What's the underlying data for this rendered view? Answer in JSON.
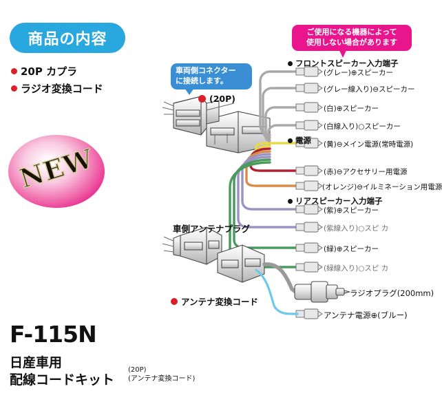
{
  "header": {
    "badge_label": "商品の内容"
  },
  "contents": {
    "items": [
      {
        "label": "20P カプラ"
      },
      {
        "label": "ラジオ変換コード"
      }
    ]
  },
  "new_badge": {
    "label": "NEW"
  },
  "callouts": {
    "vehicle_connector": "車両側コネクター\nに接続します。",
    "note": "ご使用になる機器によって\n使用しない場合があります"
  },
  "connector": {
    "label_20p": "(20P)"
  },
  "antenna": {
    "plug_label": "車側アンテナプラグ",
    "cord_label": "アンテナ変換コード"
  },
  "sections": [
    {
      "title": "フロントスピーカー入力端子",
      "wires": [
        {
          "label": "(グレー)⊕スピーカー",
          "color": "#a9a9a9",
          "faded": false
        },
        {
          "label": "(グレー線入り)⊖スピーカー",
          "color": "#a9a9a9",
          "faded": false
        },
        {
          "label": "(白)⊕スピーカー",
          "color": "#bdbdbd",
          "faded": false
        },
        {
          "label": "(白線入り)○スピーカー",
          "color": "#bdbdbd",
          "faded": false
        }
      ]
    },
    {
      "title": "電源",
      "wires": [
        {
          "label": "(黄)⊖メイン電源(常時電源)",
          "color": "#e8d84a",
          "faded": false
        },
        {
          "label": "(赤)⊖アクセサリー用電源",
          "color": "#b02030",
          "faded": false
        },
        {
          "label": "(オレンジ)⊖イルミネーション用電源",
          "color": "#d98b4a",
          "faded": false
        }
      ]
    },
    {
      "title": "リアスピーカー入力端子",
      "wires": [
        {
          "label": "(紫)⊕スピーカー",
          "color": "#9b93c4",
          "faded": false
        },
        {
          "label": "(紫線入り)○スピ  カ",
          "color": "#9b93c4",
          "faded": true
        },
        {
          "label": "(緑)⊕スピーカー",
          "color": "#4a9a5e",
          "faded": false
        },
        {
          "label": "(緑線入り)○スピ  カ",
          "color": "#4a9a5e",
          "faded": true
        }
      ]
    }
  ],
  "bottom_plugs": [
    {
      "label": "ラジオプラグ(200mm)"
    },
    {
      "label": "アンテナ電源⊕(ブルー)"
    }
  ],
  "product": {
    "model": "F-115N",
    "title_line1": "日産車用",
    "title_line2": "配線コードキット",
    "sub_line1": "(20P)",
    "sub_line2": "(アンテナ変換コード)"
  },
  "colors": {
    "badge_blue": "#29a8e0",
    "callout_blue": "#3a8fd4",
    "callout_magenta": "#e8158c",
    "bullet_red": "#d81f2a",
    "wire_grey": "#a9a9a9",
    "wire_blue": "#6ec8e8"
  }
}
